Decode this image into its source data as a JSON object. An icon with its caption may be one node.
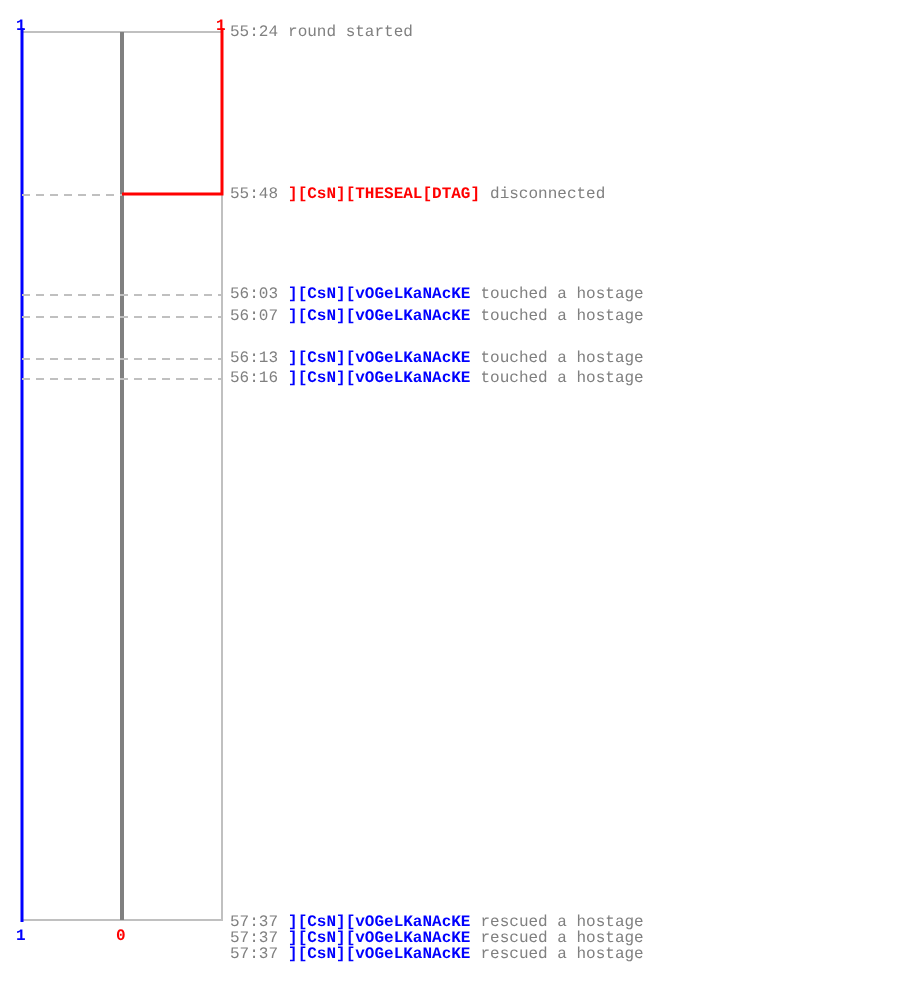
{
  "diagram": {
    "labels": [
      "1",
      "1",
      "55:24",
      "round started",
      "55:48",
      "][CsN][THESEAL[DTAG]",
      "disconnected",
      "56:03",
      "][CsN][vOGeLKaNAcKE",
      "touched a hostage",
      "56:07",
      "][CsN][vOGeLKaNAcKE",
      "touched a hostage",
      "56:13",
      "][CsN][vOGeLKaNAcKE",
      "touched a hostage",
      "56:16",
      "][CsN][vOGeLKaNAcKE",
      "touched a hostage",
      "57:37",
      "][CsN][vOGeLKaNAcKE",
      "rescued a hostage",
      "57:37",
      "][CsN][vOGeLKaNAcKE",
      "rescued a hostage",
      "57:37",
      "][CsN][vOGeLKaNAcKE",
      "rescued a hostage",
      "1",
      "0"
    ]
  }
}
